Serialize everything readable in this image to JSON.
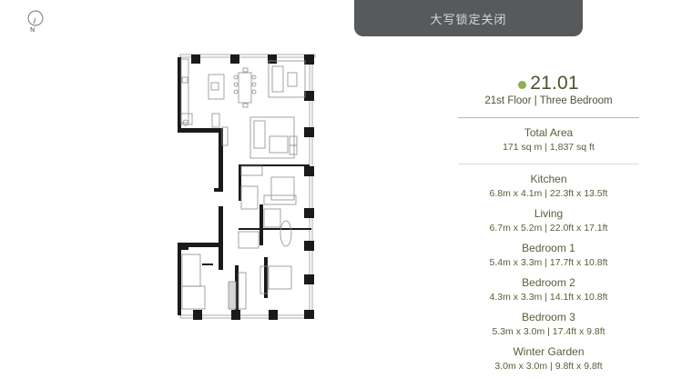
{
  "compass": {
    "icon": "compass-north-icon",
    "label": "N"
  },
  "toast": {
    "text": "大写锁定关闭"
  },
  "plan": {
    "alt": "Floor plan of unit 21.01, three bedroom apartment"
  },
  "unit": {
    "number": "21.01",
    "status_color": "#8fae4e",
    "subtitle": "21st Floor | Three Bedroom"
  },
  "total_area": {
    "title": "Total Area",
    "value": "171 sq m | 1,837 sq ft"
  },
  "rooms": [
    {
      "name": "Kitchen",
      "dims": "6.8m x 4.1m | 22.3ft x 13.5ft"
    },
    {
      "name": "Living",
      "dims": "6.7m x 5.2m | 22.0ft x 17.1ft"
    },
    {
      "name": "Bedroom 1",
      "dims": "5.4m x 3.3m | 17.7ft x 10.8ft"
    },
    {
      "name": "Bedroom 2",
      "dims": "4.3m x 3.3m | 14.1ft x 10.8ft"
    },
    {
      "name": "Bedroom 3",
      "dims": "5.3m x 3.0m | 17.4ft x 9.8ft"
    },
    {
      "name": "Winter Garden",
      "dims": "3.0m x 3.0m | 9.8ft x 9.8ft"
    }
  ]
}
